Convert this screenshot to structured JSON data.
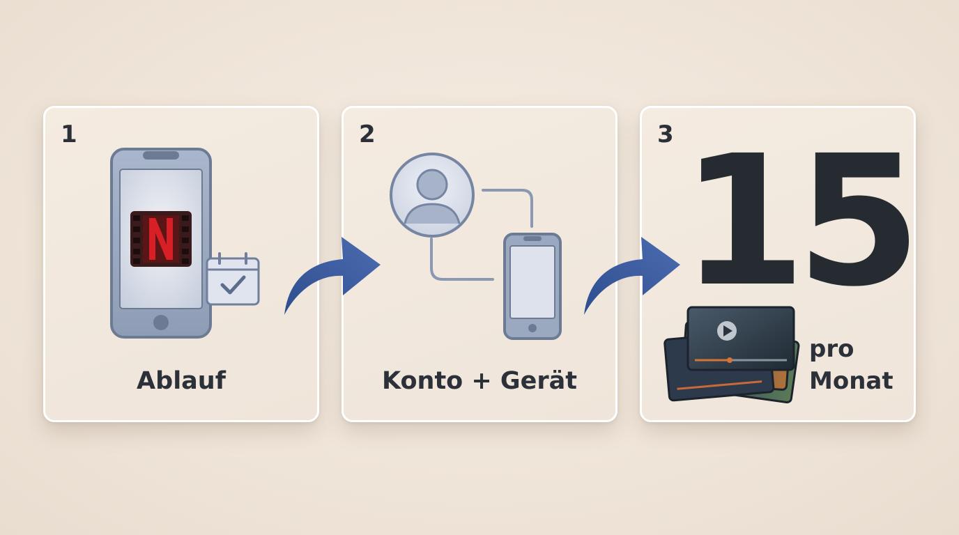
{
  "steps": [
    {
      "number": "1",
      "label": "Ablauf",
      "icons": [
        "phone-icon",
        "netflix-logo-icon",
        "calendar-check-icon"
      ]
    },
    {
      "number": "2",
      "label": "Konto + Gerät",
      "icons": [
        "user-avatar-icon",
        "phone-icon"
      ]
    },
    {
      "number": "3",
      "value": "15",
      "unit_line1": "pro",
      "unit_line2": "Monat",
      "icons": [
        "video-stack-icon"
      ]
    }
  ],
  "arrows": [
    "curved-arrow-icon",
    "curved-arrow-icon"
  ],
  "colors": {
    "accent_blue": "#3f5e9e",
    "netflix_red": "#d81f26",
    "icon_stroke": "#6f7f9c",
    "text": "#2b2f36"
  }
}
